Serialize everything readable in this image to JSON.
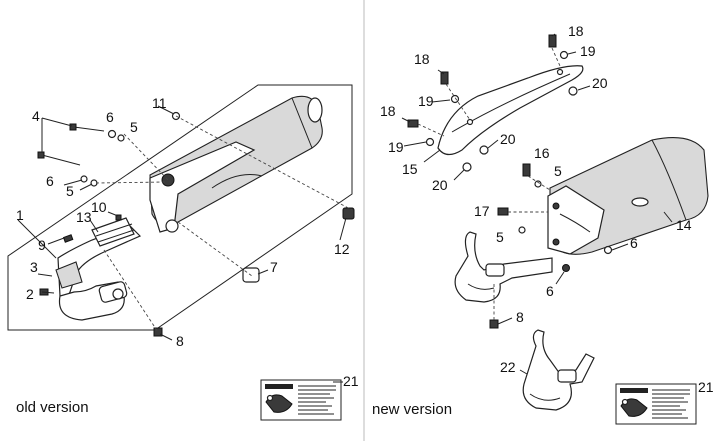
{
  "captions": {
    "left": "old version",
    "right": "new version"
  },
  "callouts": {
    "left": [
      "4",
      "6",
      "5",
      "11",
      "1",
      "6",
      "5",
      "10",
      "13",
      "9",
      "3",
      "2",
      "7",
      "12",
      "8",
      "21"
    ],
    "right": [
      "18",
      "19",
      "18",
      "20",
      "19",
      "18",
      "19",
      "20",
      "15",
      "20",
      "16",
      "5",
      "17",
      "5",
      "14",
      "6",
      "6",
      "8",
      "22",
      "21"
    ]
  }
}
